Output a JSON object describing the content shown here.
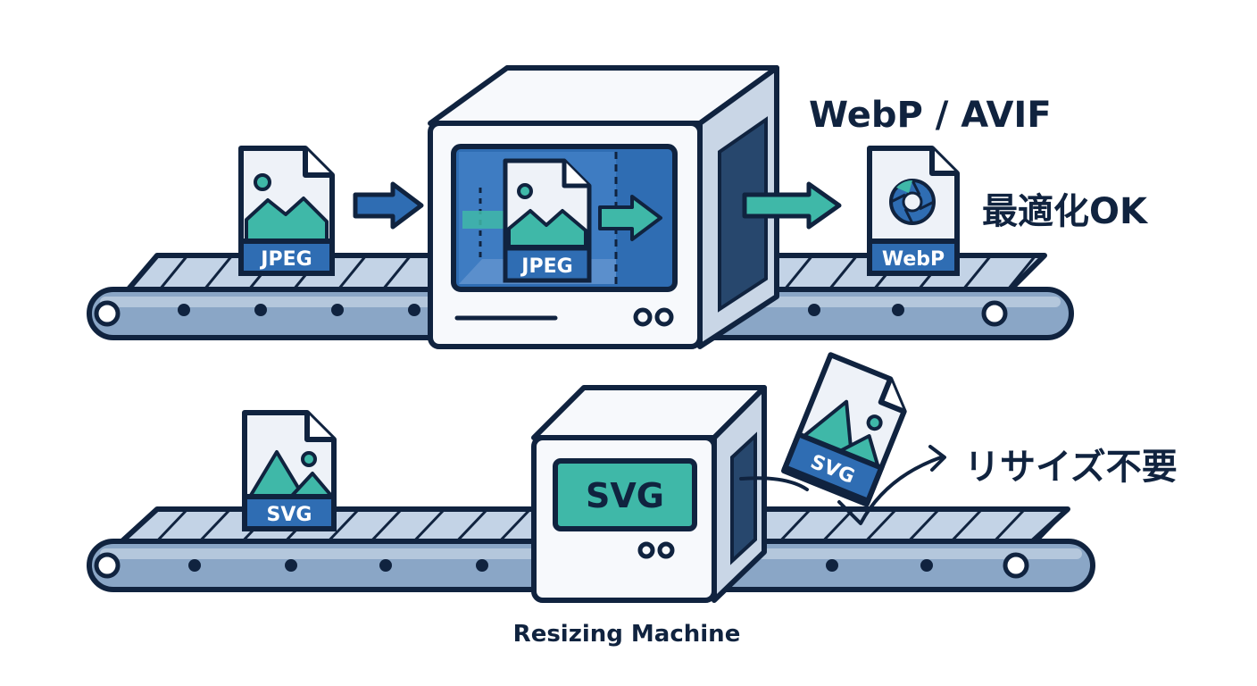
{
  "top_row": {
    "input_file_tag": "JPEG",
    "machine_screen_tag": "JPEG",
    "output_file_tag": "WebP",
    "format_label": "WebP / AVIF",
    "result_label": "最適化OK"
  },
  "bottom_row": {
    "input_file_tag": "SVG",
    "machine_screen_text": "SVG",
    "flying_file_tag": "SVG",
    "result_label": "リサイズ不要",
    "machine_caption": "Resizing Machine"
  },
  "colors": {
    "outline": "#10233f",
    "belt_blue": "#8aa6c6",
    "belt_light": "#c3d3e6",
    "file_blue": "#2f6db3",
    "teal": "#3fb8a8",
    "machine_face": "#eef2f8",
    "machine_side": "#c9d6e6"
  }
}
